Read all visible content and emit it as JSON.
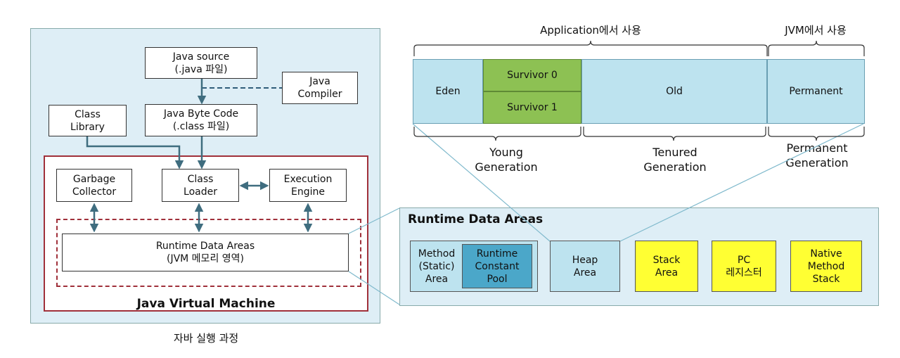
{
  "left": {
    "java_source": [
      "Java source",
      "(.java 파일)"
    ],
    "java_compiler": [
      "Java",
      "Compiler"
    ],
    "class_library": [
      "Class",
      "Library"
    ],
    "byte_code": [
      "Java Byte Code",
      "(.class 파일)"
    ],
    "garbage_collector": [
      "Garbage",
      "Collector"
    ],
    "class_loader": [
      "Class",
      "Loader"
    ],
    "execution_engine": [
      "Execution",
      "Engine"
    ],
    "runtime_data_areas": [
      "Runtime Data Areas",
      "(JVM 메모리 영역)"
    ],
    "jvm_title": "Java Virtual Machine",
    "caption": "자바 실행 과정"
  },
  "heap": {
    "application_label": "Application에서 사용",
    "jvm_label": "JVM에서 사용",
    "eden": "Eden",
    "survivor0": "Survivor 0",
    "survivor1": "Survivor 1",
    "old": "Old",
    "permanent": "Permanent",
    "young": [
      "Young",
      "Generation"
    ],
    "tenured": [
      "Tenured",
      "Generation"
    ],
    "permanent_gen": [
      "Permanent",
      "Generation"
    ]
  },
  "runtime": {
    "title": "Runtime Data Areas",
    "method_area": [
      "Method",
      "(Static)",
      "Area"
    ],
    "constant_pool": [
      "Runtime",
      "Constant",
      "Pool"
    ],
    "heap_area": [
      "Heap",
      "Area"
    ],
    "stack_area": [
      "Stack",
      "Area"
    ],
    "pc": [
      "PC",
      "레지스터"
    ],
    "native_stack": [
      "Native",
      "Method",
      "Stack"
    ]
  },
  "colors": {
    "panel_bg": "#deeef6",
    "light_blue": "#bde3ef",
    "pool_blue": "#4ba7c9",
    "green": "#8dc153",
    "yellow": "#ffff33",
    "jvm_border": "#a0303a",
    "arrow": "#3f6d7f",
    "dashed": "#2f5d7a"
  }
}
